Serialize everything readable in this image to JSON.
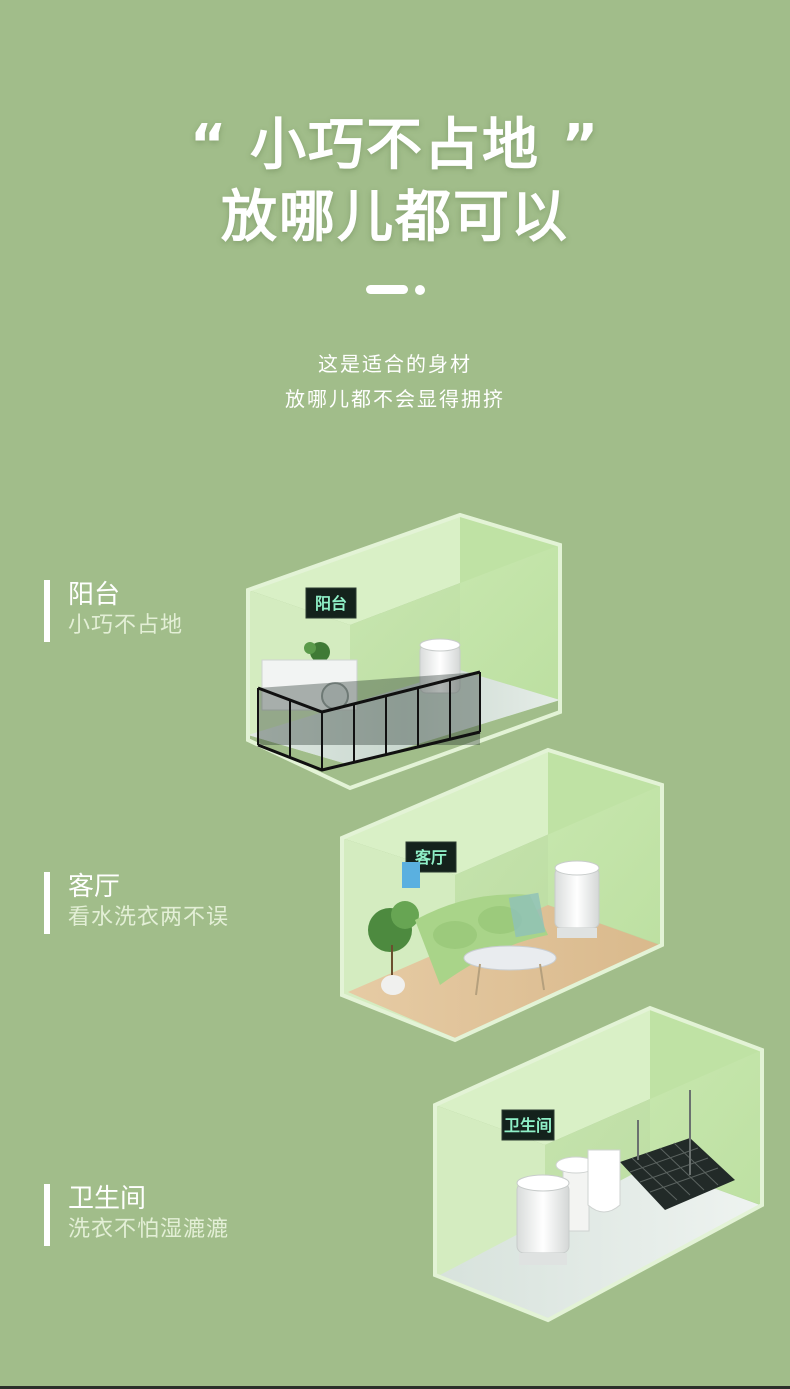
{
  "header": {
    "headline_line1": "“ 小巧不占地 ”",
    "headline_line2": "放哪儿都可以",
    "subtext_line1": "这是适合的身材",
    "subtext_line2": "放哪儿都不会显得拥挤"
  },
  "rooms": [
    {
      "title": "阳台",
      "subtitle": "小巧不占地",
      "sign": "阳台"
    },
    {
      "title": "客厅",
      "subtitle": "看水洗衣两不误",
      "sign": "客厅"
    },
    {
      "title": "卫生间",
      "subtitle": "洗衣不怕湿漉漉",
      "sign": "卫生间"
    }
  ],
  "colors": {
    "background": "#a1bd8a",
    "room_wall": "#c9e8b0",
    "text": "#ffffff"
  }
}
